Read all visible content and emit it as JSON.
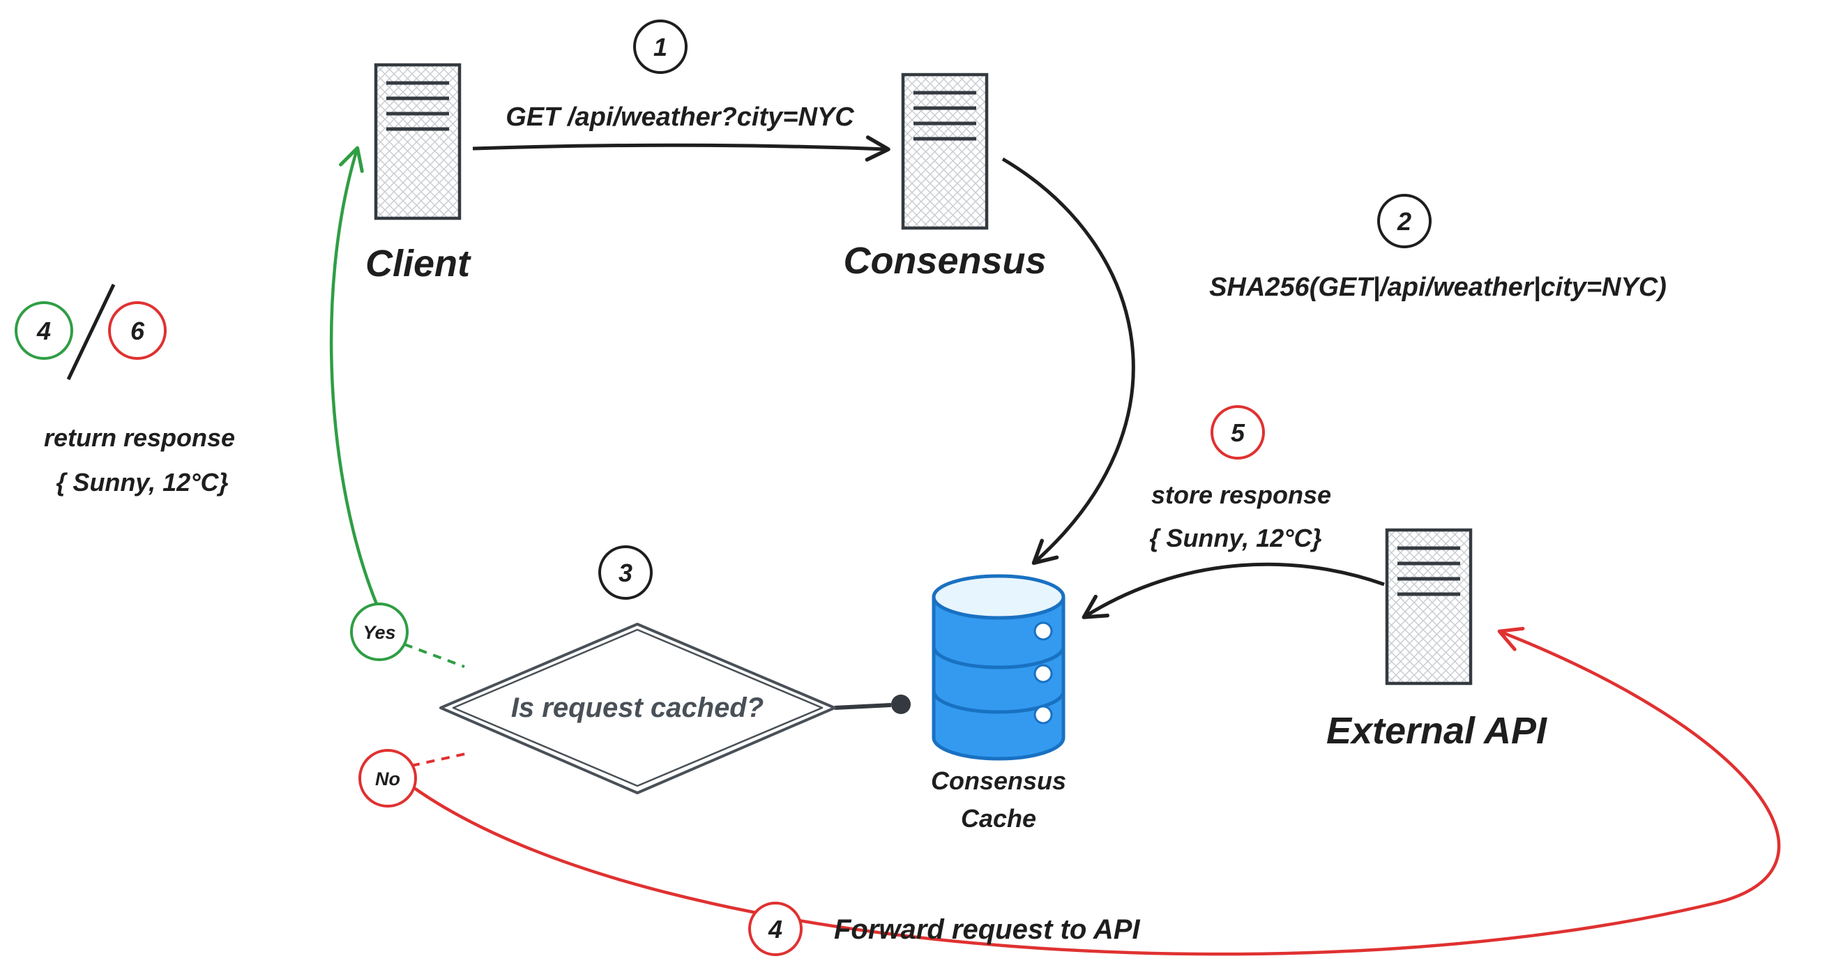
{
  "colors": {
    "ink": "#1e1e1e",
    "slate": "#495057",
    "green": "#2f9e44",
    "red": "#e03131",
    "blue_stroke": "#1971c2",
    "blue_fill": "#339af0"
  },
  "nodes": {
    "client": {
      "label": "Client"
    },
    "consensus": {
      "label": "Consensus"
    },
    "external_api": {
      "label": "External API"
    },
    "cache": {
      "label_line1": "Consensus",
      "label_line2": "Cache"
    },
    "decision": {
      "question": "Is request cached?"
    }
  },
  "branches": {
    "yes": "Yes",
    "no": "No"
  },
  "steps": {
    "step1": {
      "number": "1",
      "label": "GET /api/weather?city=NYC"
    },
    "step2": {
      "number": "2",
      "label": "SHA256(GET|/api/weather|city=NYC)"
    },
    "step3": {
      "number": "3"
    },
    "step4": {
      "number": "4",
      "label": "Forward request to API"
    },
    "step5": {
      "number": "5",
      "label_line1": "store response",
      "label_line2": "{ Sunny, 12°C}"
    },
    "step4or6": {
      "number_hit": "4",
      "number_miss": "6",
      "label_line1": "return response",
      "label_line2": "{ Sunny, 12°C}"
    }
  }
}
